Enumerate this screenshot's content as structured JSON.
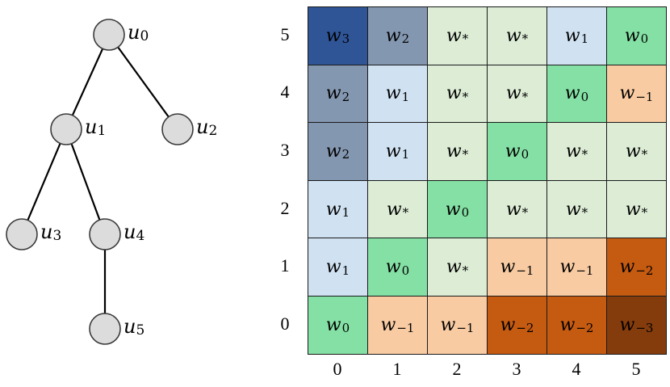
{
  "tree": {
    "nodes": [
      {
        "id": "u0",
        "base": "u",
        "sub": "0",
        "parent": null
      },
      {
        "id": "u1",
        "base": "u",
        "sub": "1",
        "parent": "u0"
      },
      {
        "id": "u2",
        "base": "u",
        "sub": "2",
        "parent": "u0"
      },
      {
        "id": "u3",
        "base": "u",
        "sub": "3",
        "parent": "u1"
      },
      {
        "id": "u4",
        "base": "u",
        "sub": "4",
        "parent": "u1"
      },
      {
        "id": "u5",
        "base": "u",
        "sub": "5",
        "parent": "u4"
      }
    ]
  },
  "matrix": {
    "x_labels": [
      "0",
      "1",
      "2",
      "3",
      "4",
      "5"
    ],
    "y_labels": [
      "5",
      "4",
      "3",
      "2",
      "1",
      "0"
    ],
    "symbol": "w",
    "rows": [
      [
        "3",
        "2",
        "*",
        "*",
        "1",
        "0"
      ],
      [
        "2",
        "1",
        "*",
        "*",
        "0",
        "−1"
      ],
      [
        "2",
        "1",
        "*",
        "0",
        "*",
        "*"
      ],
      [
        "1",
        "*",
        "0",
        "*",
        "*",
        "*"
      ],
      [
        "1",
        "0",
        "*",
        "−1",
        "−1",
        "−2"
      ],
      [
        "0",
        "−1",
        "−1",
        "−2",
        "−2",
        "−3"
      ]
    ],
    "colors": {
      "3": "#2f5597",
      "2": "#8497b0",
      "1": "#d0e2f2",
      "*": "#dcecd5",
      "0": "#84e0a4",
      "−1": "#f8cba2",
      "−2": "#c55a11",
      "−3": "#843c0c"
    }
  }
}
